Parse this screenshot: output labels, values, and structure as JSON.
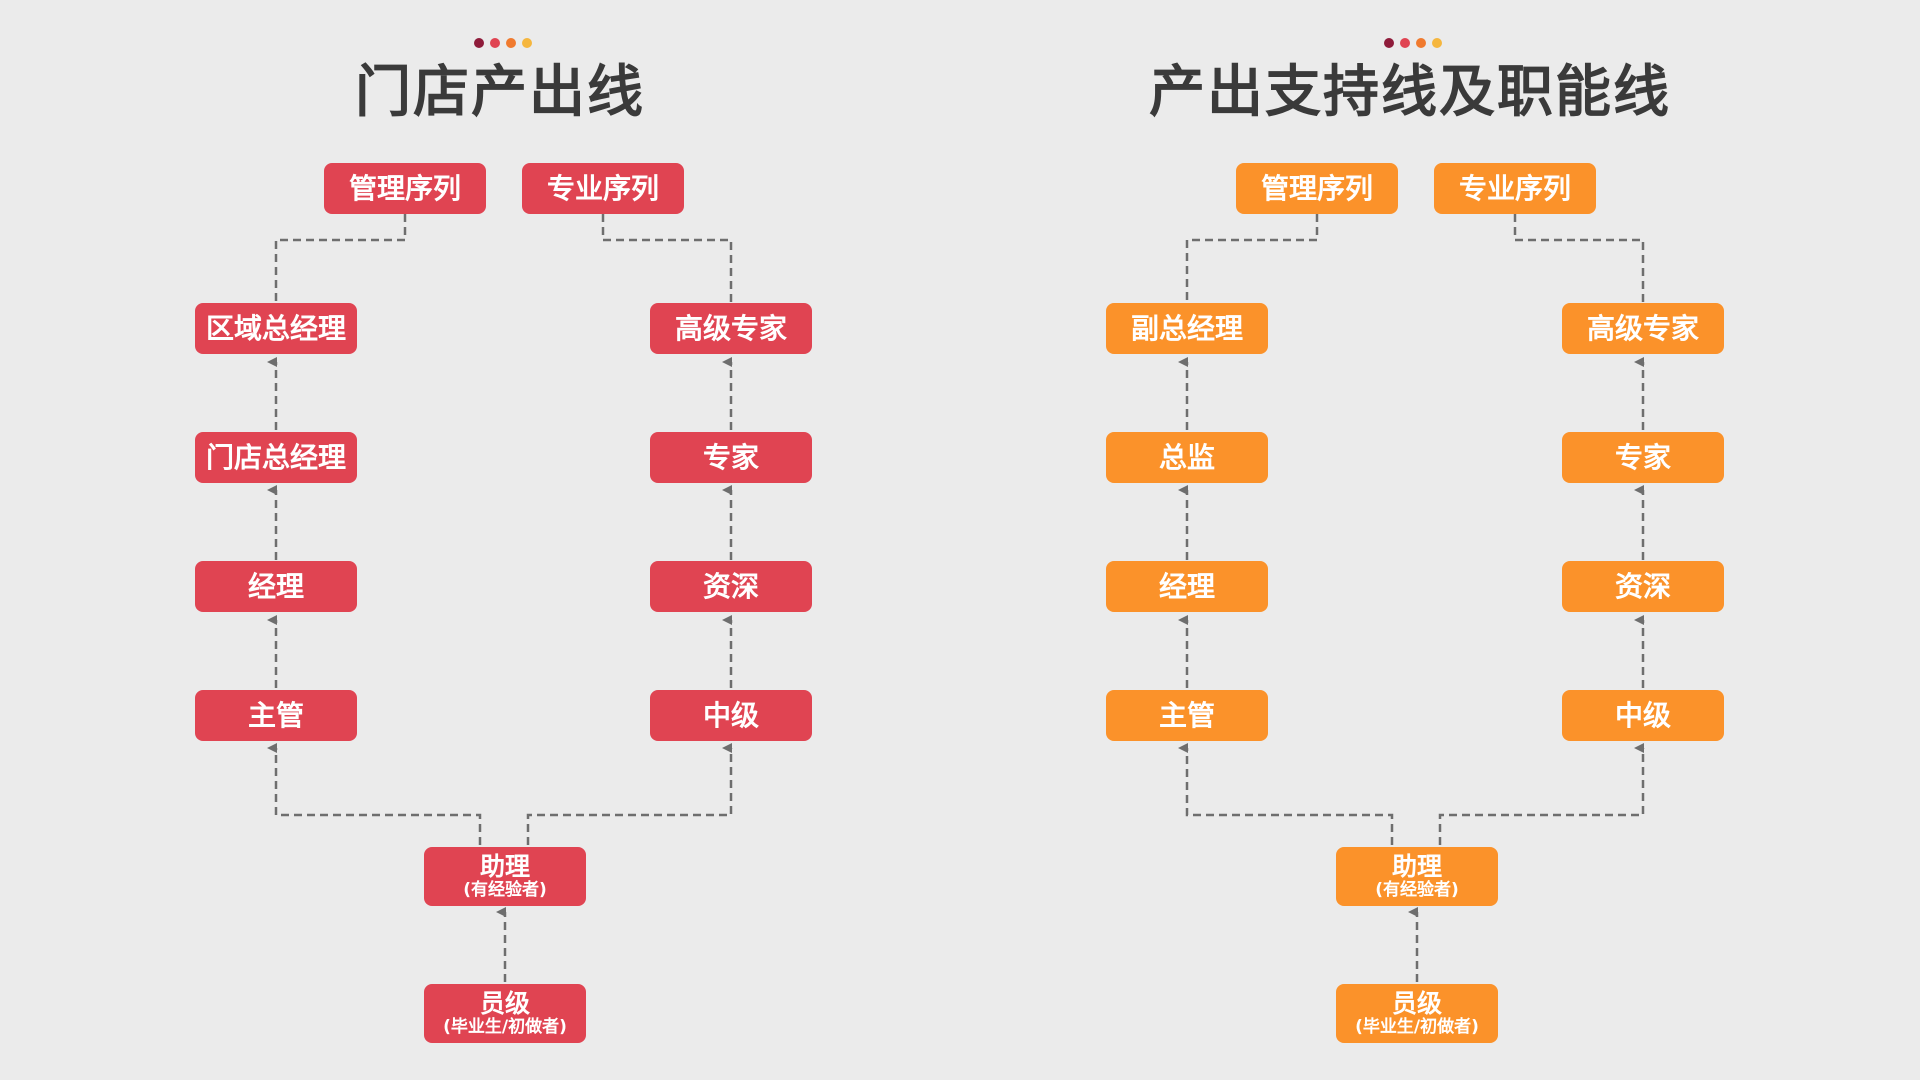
{
  "colors": {
    "background": "#EBEBEB",
    "title": "#3A3A3A",
    "connector": "#6E6E6E",
    "store_line": "#E04452",
    "support_line": "#FB922A",
    "dots": [
      "#8E1B3A",
      "#E04452",
      "#F07A2E",
      "#F5B63E"
    ]
  },
  "store_line": {
    "title": "门店产出线",
    "top": {
      "management": "管理序列",
      "professional": "专业序列"
    },
    "management": [
      "区域总经理",
      "门店总经理",
      "经理",
      "主管"
    ],
    "professional": [
      "高级专家",
      "专家",
      "资深",
      "中级"
    ],
    "assistant": {
      "label": "助理",
      "note": "(有经验者)"
    },
    "staff": {
      "label": "员级",
      "note": "(毕业生/初做者)"
    }
  },
  "support_line": {
    "title": "产出支持线及职能线",
    "top": {
      "management": "管理序列",
      "professional": "专业序列"
    },
    "management": [
      "副总经理",
      "总监",
      "经理",
      "主管"
    ],
    "professional": [
      "高级专家",
      "专家",
      "资深",
      "中级"
    ],
    "assistant": {
      "label": "助理",
      "note": "(有经验者)"
    },
    "staff": {
      "label": "员级",
      "note": "(毕业生/初做者)"
    }
  }
}
